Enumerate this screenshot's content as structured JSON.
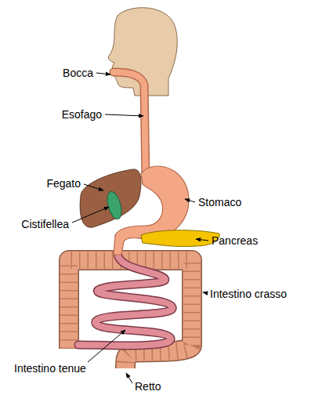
{
  "diagram": {
    "labels": [
      "Bocca",
      "Esofago",
      "Fegato",
      "Cistifellea",
      "Stomaco",
      "Pancreas",
      "Intestino crasso",
      "Intestino tenue",
      "Retto"
    ]
  }
}
